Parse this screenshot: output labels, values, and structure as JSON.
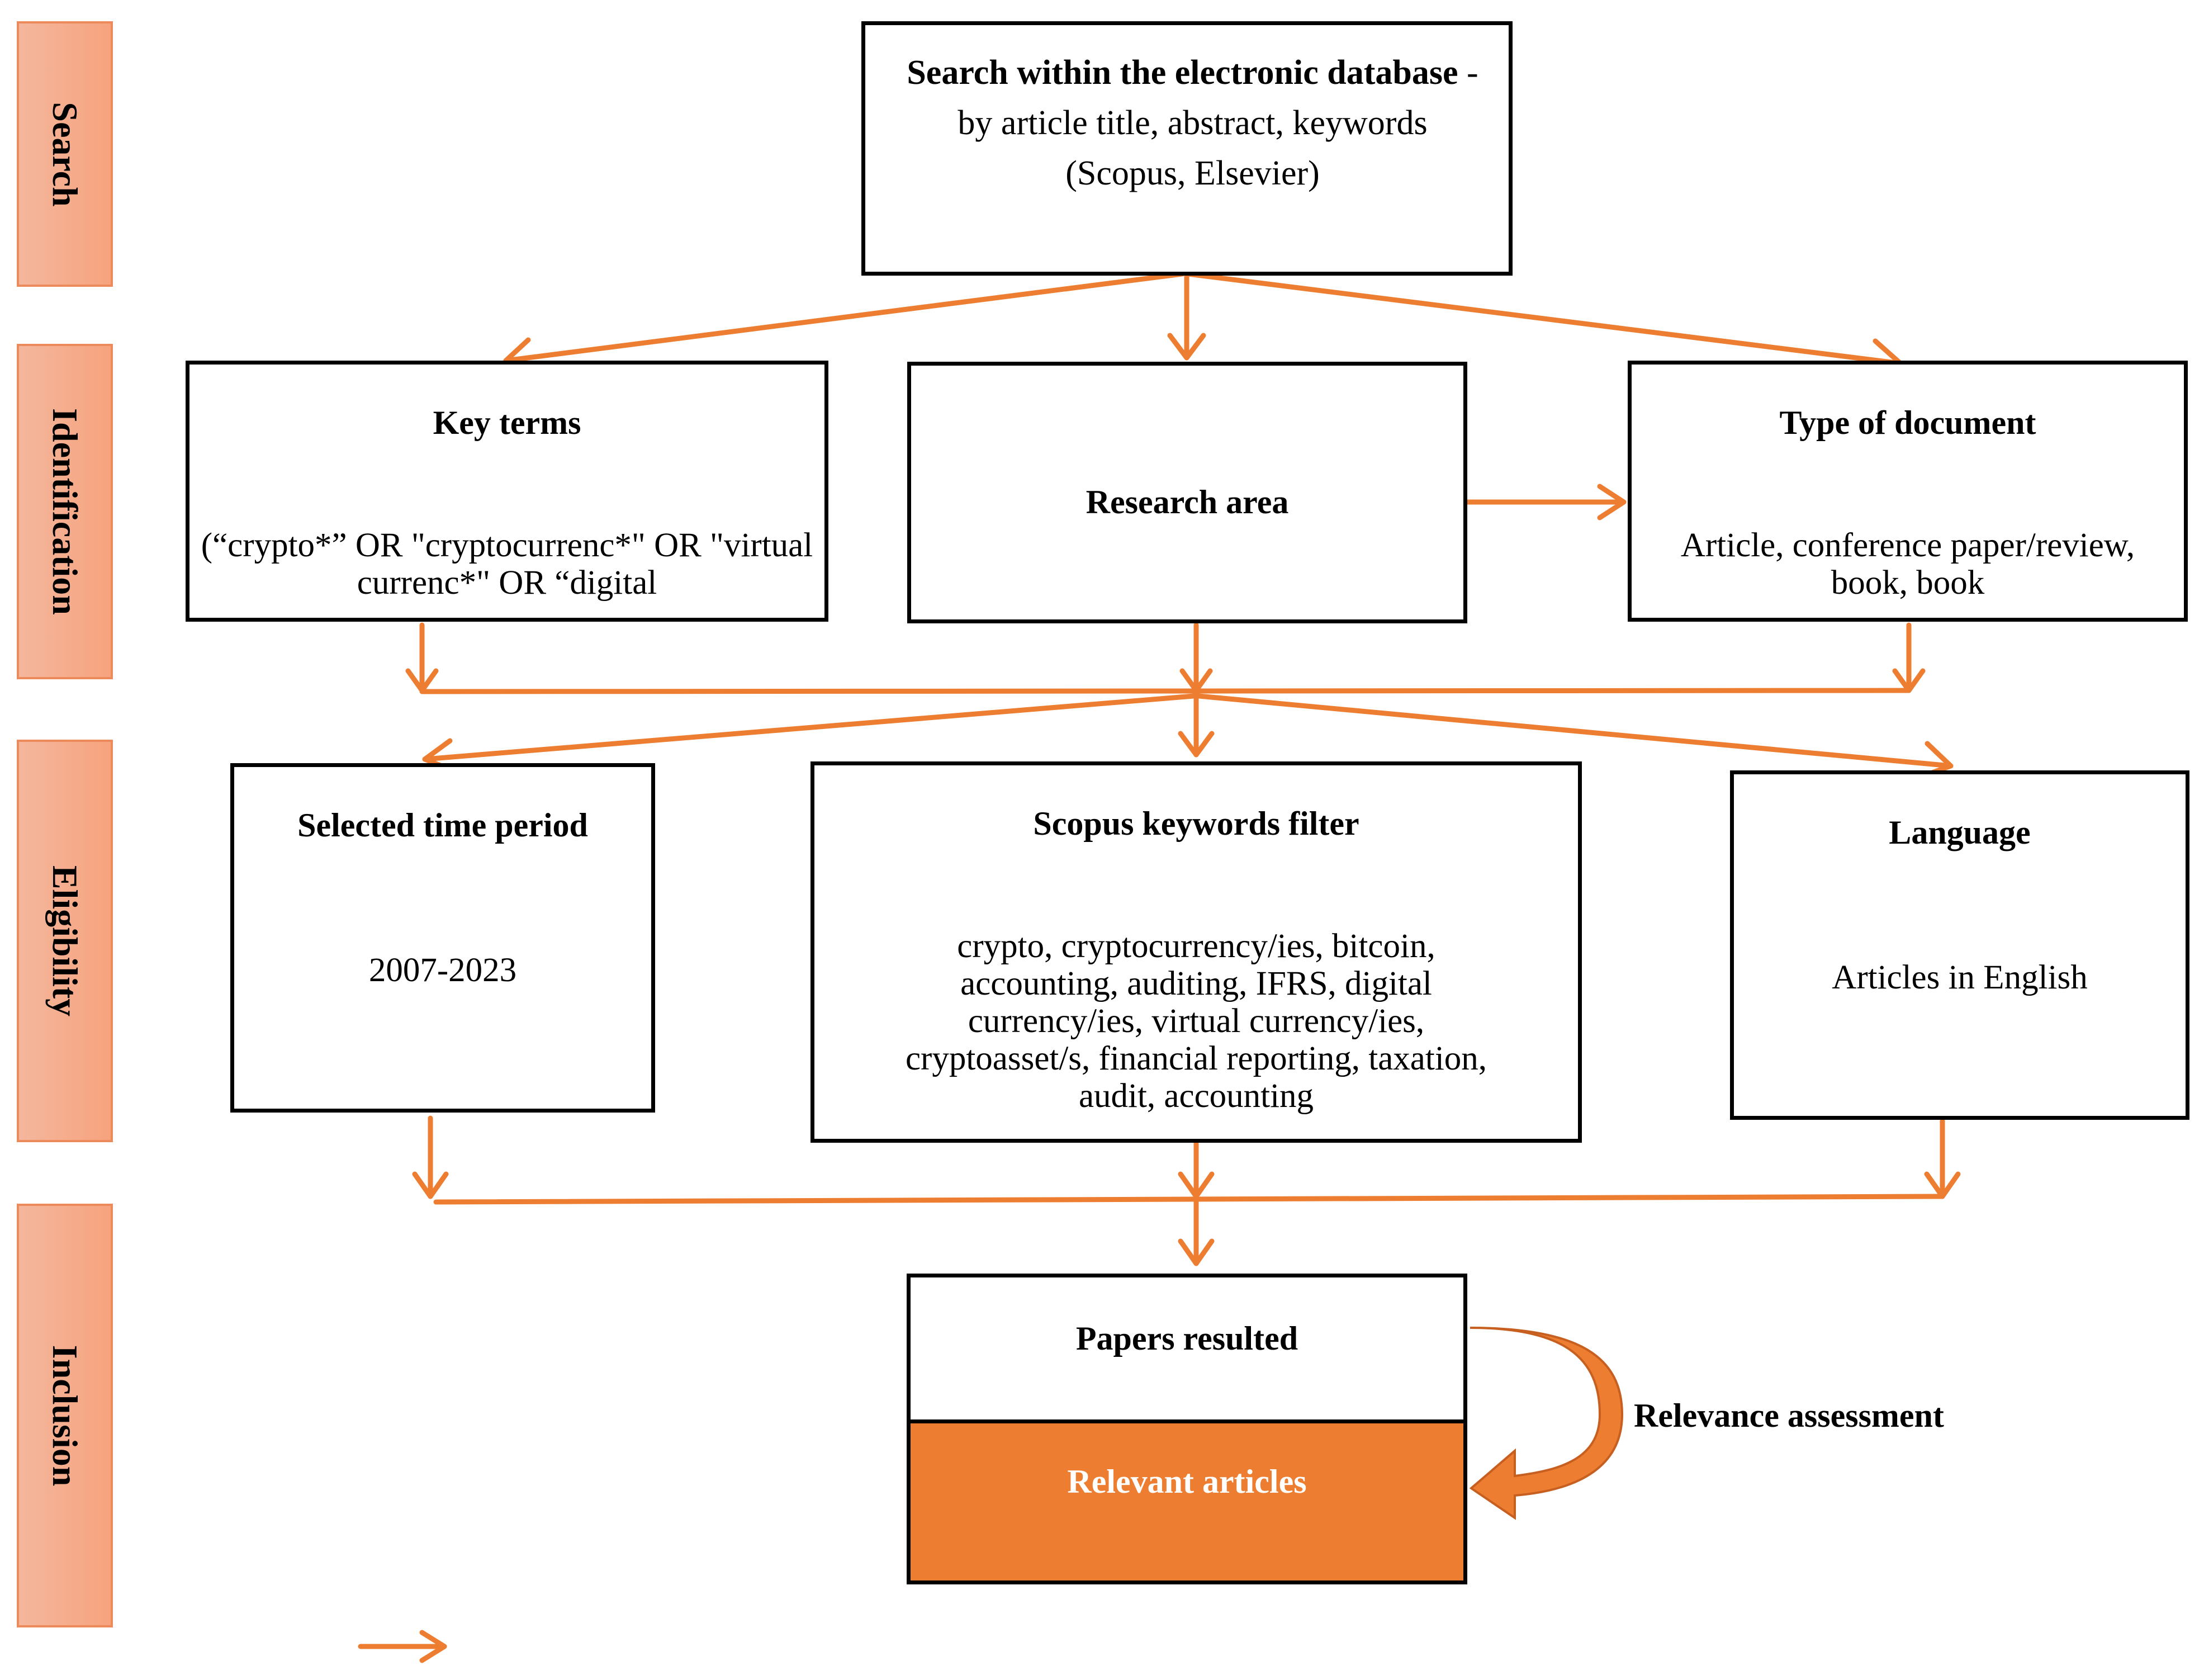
{
  "phases": [
    "Search",
    "Identification",
    "Eligibility",
    "Inclusion"
  ],
  "search_box": {
    "bold": "Search within the electronic database",
    "rest": " - by article title, abstract, keywords (Scopus, Elsevier)"
  },
  "key_terms": {
    "title": "Key terms",
    "body": "(“crypto*” OR \"cryptocurrenc*\" OR \"virtual currenc*\" OR “digital"
  },
  "research_area": {
    "title": "Research area"
  },
  "doc_type": {
    "title": "Type of document",
    "body": "Article, conference paper/review, book, book"
  },
  "time_period": {
    "title": "Selected time period",
    "body": "2007-2023"
  },
  "keywords_filter": {
    "title": "Scopus keywords filter",
    "body": "crypto, cryptocurrency/ies, bitcoin, accounting, auditing, IFRS, digital currency/ies, virtual currency/ies, cryptoasset/s, financial reporting, taxation, audit, accounting"
  },
  "language": {
    "title": "Language",
    "body": "Articles in English"
  },
  "papers": {
    "title": "Papers resulted"
  },
  "relevant": {
    "title": "Relevant articles"
  },
  "relevance_label": "Relevance assessment",
  "colors": {
    "accent": "#ed7d31",
    "phase_fill": "#f4b183",
    "relevant_fill": "#ed7d31"
  }
}
